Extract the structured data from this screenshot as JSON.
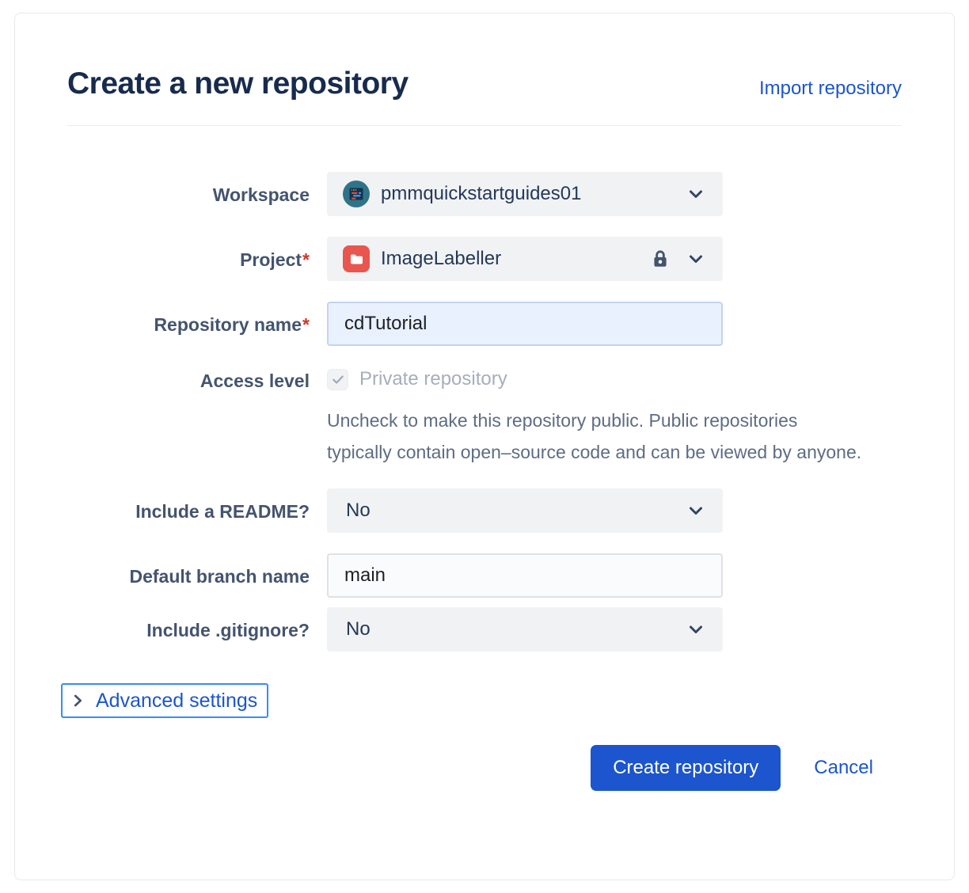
{
  "header": {
    "title": "Create a new repository",
    "import_link": "Import repository"
  },
  "form": {
    "workspace": {
      "label": "Workspace",
      "value": "pmmquickstartguides01"
    },
    "project": {
      "label": "Project",
      "required_mark": "*",
      "value": "ImageLabeller"
    },
    "repository_name": {
      "label": "Repository name",
      "required_mark": "*",
      "value": "cdTutorial"
    },
    "access_level": {
      "label": "Access level",
      "checkbox_label": "Private repository",
      "checkbox_checked": true,
      "description": "Uncheck to make this repository public. Public repositories typically contain open–source code and can be viewed by anyone."
    },
    "include_readme": {
      "label": "Include a README?",
      "value": "No"
    },
    "default_branch": {
      "label": "Default branch name",
      "value": "main"
    },
    "include_gitignore": {
      "label": "Include .gitignore?",
      "value": "No"
    },
    "advanced_settings": {
      "label": "Advanced settings"
    }
  },
  "footer": {
    "create_label": "Create repository",
    "cancel_label": "Cancel"
  },
  "icons": {
    "workspace_avatar": "workspace-avatar",
    "project_avatar": "folder-icon",
    "lock": "lock-icon",
    "chevron_down": "chevron-down-icon",
    "chevron_right": "chevron-right-icon",
    "check": "checkmark-icon"
  },
  "colors": {
    "accent_blue": "#1C55CE",
    "title_navy": "#172B4D",
    "label_slate": "#44546F",
    "muted_gray": "#5E6C84",
    "disabled_gray": "#A6AEBB",
    "required_red": "#CF3527",
    "focus_ring": "#388BFF",
    "field_gray": "#F1F2F4",
    "input_focus_bg": "#E9F0FE",
    "project_icon_red": "#E8564F",
    "workspace_icon_teal": "#2F7389"
  }
}
